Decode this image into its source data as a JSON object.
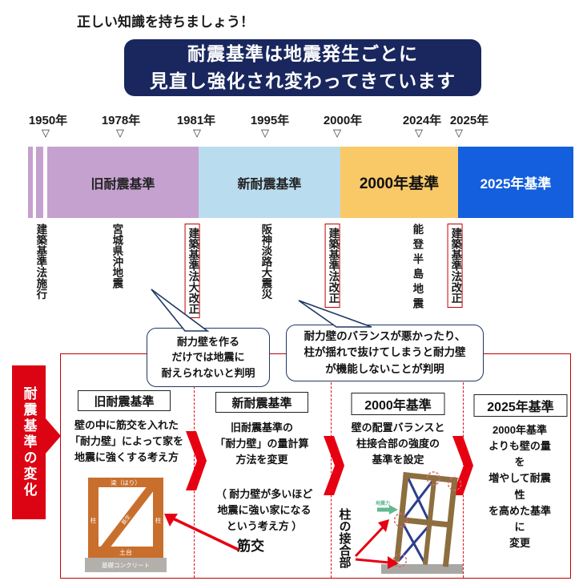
{
  "header": {
    "tagline": "正しい知識を持ちましょう！",
    "banner_line1": "耐震基準は地震発生ごとに",
    "banner_line2": "見直し強化され変わってきています",
    "banner_bg": "#19275e"
  },
  "timeline": {
    "marker": "▽",
    "years": [
      "1950年",
      "1978年",
      "1981年",
      "1995年",
      "2000年",
      "2024年",
      "2025年"
    ],
    "segments": [
      {
        "label": "旧耐震基準",
        "color": "#c5a1cf"
      },
      {
        "label": "新耐震基準",
        "color": "#badcef"
      },
      {
        "label": "2000年基準",
        "color": "#f9c967"
      },
      {
        "label": "2025年基準",
        "color": "#135fdd"
      }
    ],
    "events": [
      {
        "label": "建築基準法施行",
        "boxed": false
      },
      {
        "label": "宮城県沖地震",
        "boxed": false
      },
      {
        "label": "建築基準法大改正",
        "boxed": true
      },
      {
        "label": "阪神淡路大震災",
        "boxed": false
      },
      {
        "label": "建築基準法改正",
        "boxed": true
      },
      {
        "label": "能登半島地震",
        "boxed": false
      },
      {
        "label": "建築基準法改正",
        "boxed": true
      }
    ],
    "box_border_color": "#c00000"
  },
  "callouts": {
    "left": "耐力壁を作る\nだけでは地震に\n耐えられないと判明",
    "right": "耐力壁のバランスが悪かったり、\n柱が揺れで抜けてしまうと耐力壁\nが機能しないことが判明"
  },
  "section": {
    "side_label": "耐震基準の変化",
    "side_color": "#dc0413",
    "frame_border_color": "#c00000",
    "columns": [
      {
        "header": "旧耐震基準",
        "body": "壁の中に筋交を入れた\n「耐力壁」によって家を\n地震に強くする考え方"
      },
      {
        "header": "新耐震基準",
        "body": "旧耐震基準の\n「耐力壁」の量計算\n方法を変更",
        "note": "（ 耐力壁が多いほど\n地震に強い家になる\nという考え方 ）"
      },
      {
        "header": "2000年基準",
        "body": "壁の配置バランスと\n柱接合部の強度の\n基準を設定",
        "annotation": "柱の接合部",
        "force_label": "地震力"
      },
      {
        "header": "2025年基準",
        "body": "2000年基準\nよりも壁の量を\n増やして耐震性\nを高めた基準に\n変更"
      }
    ],
    "diagram_frame": {
      "beam": "梁（はり）",
      "pillar_left": "柱",
      "pillar_right": "柱",
      "brace": "筋交",
      "sill": "土台",
      "foundation": "基礎コンクリート"
    },
    "brace_annotation": "筋交"
  }
}
